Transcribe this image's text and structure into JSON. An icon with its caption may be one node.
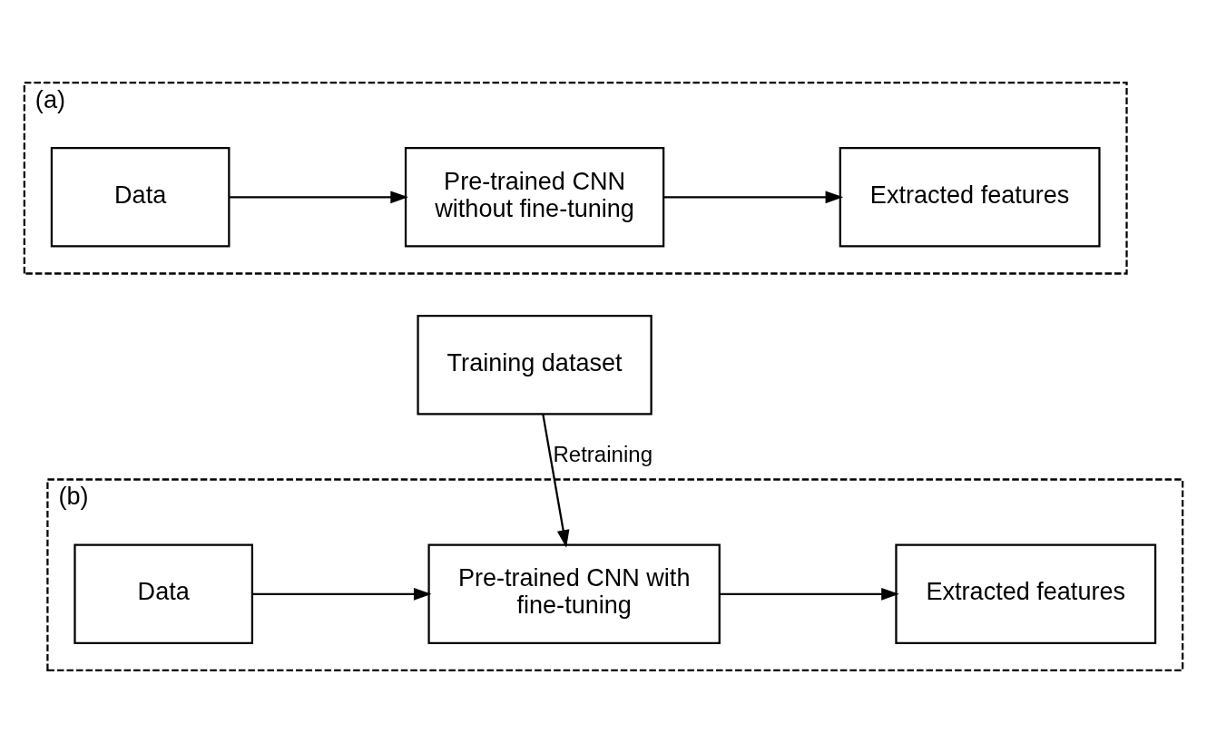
{
  "diagram": {
    "nodes": [
      {
        "text": [
          "(a)"
        ]
      },
      {
        "text": [
          "Data"
        ],
        "in": 0
      },
      {
        "text": [
          "Pre-trained CNN without fine-tuning"
        ],
        "in": 0
      },
      {
        "text": [
          "Extracted features"
        ],
        "in": 0
      },
      {
        "text": [
          "Training dataset"
        ]
      },
      {
        "text": [
          "(b)"
        ]
      },
      {
        "text": [
          "Data"
        ],
        "in": 5
      },
      {
        "text": [
          "Pre-trained CNN with fine-tuning"
        ],
        "in": 5
      },
      {
        "text": [
          "Extracted features"
        ],
        "in": 5
      }
    ],
    "edges": [
      {
        "from": 1,
        "to": 2,
        "arrow": "to"
      },
      {
        "from": 2,
        "to": 3,
        "arrow": "to"
      },
      {
        "from": 4,
        "to": 7,
        "arrow": "to",
        "label": "Retraining"
      },
      {
        "from": 6,
        "to": 7,
        "arrow": "to"
      },
      {
        "from": 7,
        "to": 8,
        "arrow": "to"
      }
    ]
  }
}
